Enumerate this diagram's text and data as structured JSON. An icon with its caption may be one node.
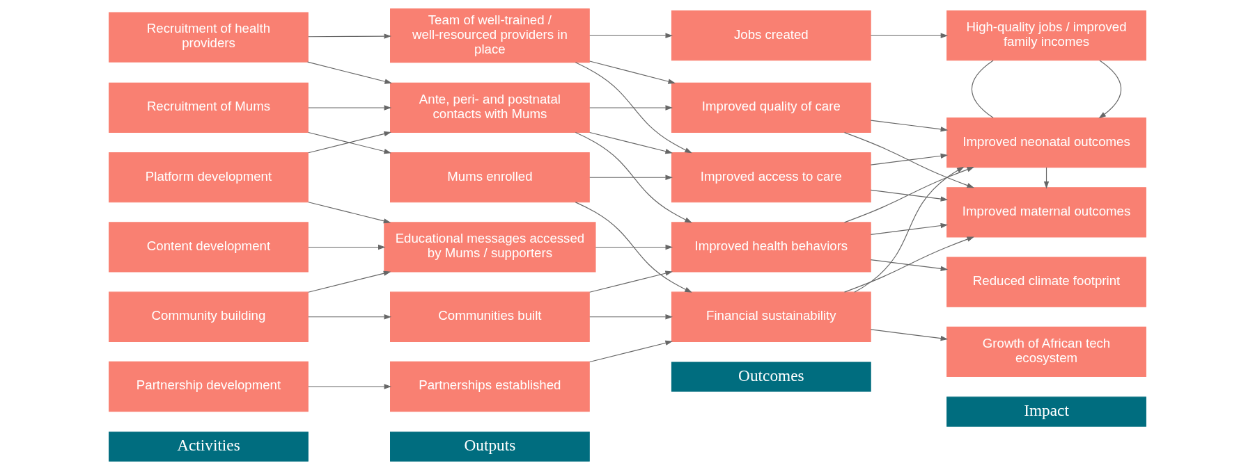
{
  "diagram": {
    "nodes": [
      {
        "text": [
          "Activities"
        ]
      },
      {
        "text": [
          "Outputs"
        ]
      },
      {
        "text": [
          "Outcomes"
        ]
      },
      {
        "text": [
          "Impact"
        ]
      },
      {
        "text": [
          "Recruitment of Mums"
        ]
      },
      {
        "text": [
          "Recruitment of health providers"
        ]
      },
      {
        "text": [
          "Platform development"
        ]
      },
      {
        "text": [
          "Content development"
        ]
      },
      {
        "text": [
          "Community building"
        ]
      },
      {
        "text": [
          "Partnership development"
        ]
      },
      {
        "text": [
          "Mums enrolled"
        ]
      },
      {
        "text": [
          "Team of well-trained / well-resourced providers in place"
        ]
      },
      {
        "text": [
          "Ante, peri- and postnatal contacts with Mums"
        ]
      },
      {
        "text": [
          "Educational messages accessed by Mums / supporters"
        ]
      },
      {
        "text": [
          "Communities built"
        ]
      },
      {
        "text": [
          "Partnerships established"
        ]
      },
      {
        "text": [
          "Improved access to care"
        ]
      },
      {
        "text": [
          "Jobs created"
        ]
      },
      {
        "text": [
          "Improved quality of care"
        ]
      },
      {
        "text": [
          "Improved health behaviors"
        ]
      },
      {
        "text": [
          "Financial sustainability"
        ]
      },
      {
        "text": [
          "Improved maternal outcomes"
        ]
      },
      {
        "text": [
          "Improved neonatal outcomes"
        ]
      },
      {
        "text": [
          "High-quality jobs / improved family incomes"
        ]
      },
      {
        "text": [
          "Reduced climate footprint"
        ]
      },
      {
        "text": [
          "Growth of African tech ecosystem"
        ]
      }
    ],
    "edges": [
      {
        "from": 4,
        "to": 10,
        "arrow": "to"
      },
      {
        "from": 4,
        "to": 12,
        "arrow": "to"
      },
      {
        "from": 5,
        "to": 11,
        "arrow": "to"
      },
      {
        "from": 5,
        "to": 12,
        "arrow": "to"
      },
      {
        "from": 6,
        "to": 12,
        "arrow": "to"
      },
      {
        "from": 6,
        "to": 13,
        "arrow": "to"
      },
      {
        "from": 7,
        "to": 13,
        "arrow": "to"
      },
      {
        "from": 8,
        "to": 13,
        "arrow": "to"
      },
      {
        "from": 8,
        "to": 14,
        "arrow": "to"
      },
      {
        "from": 9,
        "to": 15,
        "arrow": "to"
      },
      {
        "from": 10,
        "to": 16,
        "arrow": "to"
      },
      {
        "from": 10,
        "to": 20,
        "arrow": "to"
      },
      {
        "from": 11,
        "to": 16,
        "arrow": "to"
      },
      {
        "from": 11,
        "to": 17,
        "arrow": "to"
      },
      {
        "from": 11,
        "to": 18,
        "arrow": "to"
      },
      {
        "from": 12,
        "to": 16,
        "arrow": "to"
      },
      {
        "from": 12,
        "to": 18,
        "arrow": "to"
      },
      {
        "from": 12,
        "to": 19,
        "arrow": "to"
      },
      {
        "from": 13,
        "to": 19,
        "arrow": "to"
      },
      {
        "from": 14,
        "to": 19,
        "arrow": "to"
      },
      {
        "from": 14,
        "to": 20,
        "arrow": "to"
      },
      {
        "from": 15,
        "to": 20,
        "arrow": "to"
      },
      {
        "from": 16,
        "to": 21,
        "arrow": "to"
      },
      {
        "from": 16,
        "to": 22,
        "arrow": "to"
      },
      {
        "from": 17,
        "to": 23,
        "arrow": "to"
      },
      {
        "from": 18,
        "to": 21,
        "arrow": "to"
      },
      {
        "from": 18,
        "to": 22,
        "arrow": "to"
      },
      {
        "from": 19,
        "to": 21,
        "arrow": "to"
      },
      {
        "from": 19,
        "to": 22,
        "arrow": "to"
      },
      {
        "from": 19,
        "to": 24,
        "arrow": "to"
      },
      {
        "from": 20,
        "to": 21,
        "arrow": "to"
      },
      {
        "from": 20,
        "to": 22,
        "arrow": "to"
      },
      {
        "from": 20,
        "to": 25,
        "arrow": "to"
      },
      {
        "from": 22,
        "to": 21,
        "arrow": "to"
      },
      {
        "from": 23,
        "to": 22,
        "arrow": "to"
      },
      {
        "from": 23,
        "to": 22,
        "arrow": "none"
      }
    ]
  }
}
